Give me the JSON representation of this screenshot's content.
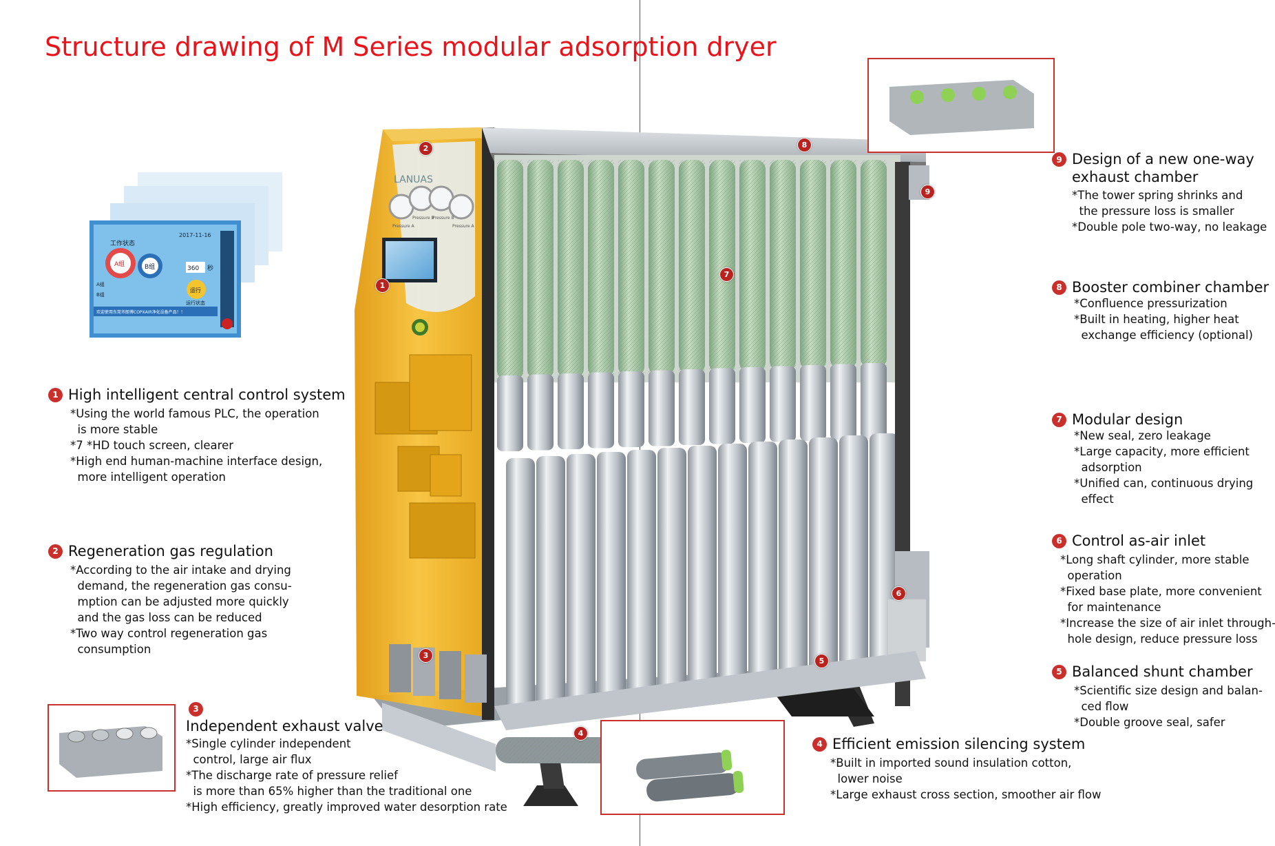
{
  "title": "Structure drawing of M Series modular adsorption dryer",
  "brand_logo_text": "LANUAS",
  "screen": {
    "status_title": "工作状态",
    "group_a": "A组",
    "group_b": "B组",
    "date": "2017-11-16",
    "countdown_value": "360",
    "countdown_unit": "秒",
    "run_button": "运行",
    "run_status": "运行状态",
    "row_a": "A组",
    "row_b": "B组",
    "welcome": "欢迎使用东莞市朗博COPXAIR净化设备产品！！"
  },
  "gauges": [
    "Pressure A",
    "Pressure B",
    "Pressure B",
    "Pressure A"
  ],
  "callouts": {
    "c1": {
      "num": "1",
      "heading": "High intelligent central control system",
      "lines": [
        "*Using the world famous PLC, the operation",
        "  is more stable",
        "*7 *HD touch screen, clearer",
        "*High end human-machine interface design,",
        "  more intelligent operation"
      ]
    },
    "c2": {
      "num": "2",
      "heading": "Regeneration gas regulation",
      "lines": [
        "*According to the air intake and drying",
        "  demand, the regeneration gas consu-",
        "  mption can be adjusted more quickly",
        "  and the gas loss can be reduced",
        "*Two way control regeneration gas",
        "  consumption"
      ]
    },
    "c3": {
      "num": "3",
      "heading": "Independent exhaust valve",
      "lines": [
        "*Single cylinder independent",
        "  control, large air flux",
        "*The discharge rate of pressure relief",
        "  is more than 65% higher than the traditional one",
        "*High efficiency, greatly improved water desorption rate"
      ]
    },
    "c4": {
      "num": "4",
      "heading": "Efficient emission silencing system",
      "lines": [
        "*Built in imported sound insulation cotton,",
        "  lower noise",
        "*Large exhaust cross section, smoother air flow"
      ]
    },
    "c5": {
      "num": "5",
      "heading": "Balanced shunt chamber",
      "lines": [
        "*Scientific size design and balan-",
        "  ced flow",
        "*Double groove seal, safer"
      ]
    },
    "c6": {
      "num": "6",
      "heading": "Control as-air inlet",
      "lines": [
        "*Long shaft cylinder, more stable",
        "  operation",
        "*Fixed base plate, more convenient",
        "  for maintenance",
        "*Increase the size of air inlet through-",
        "  hole design, reduce pressure loss"
      ]
    },
    "c7": {
      "num": "7",
      "heading": "Modular design",
      "lines": [
        "*New seal, zero leakage",
        "*Large capacity, more efficient",
        "  adsorption",
        "*Unified can, continuous drying",
        "  effect"
      ]
    },
    "c8": {
      "num": "8",
      "heading": "Booster combiner chamber",
      "lines": [
        "*Confluence pressurization",
        "*Built in heating, higher heat",
        "  exchange efficiency (optional)"
      ]
    },
    "c9": {
      "num": "9",
      "heading": "Design of a new one-way exhaust chamber",
      "lines": [
        "*The tower spring shrinks and",
        "  the pressure loss is smaller",
        "*Double pole two-way, no leakage"
      ]
    }
  },
  "markers": [
    "1",
    "2",
    "3",
    "4",
    "5",
    "6",
    "7",
    "8",
    "9"
  ],
  "colors": {
    "accent_red": "#e8141b",
    "badge_red": "#c9302c",
    "cabinet_yellow": "#f2b01e",
    "module_green": "#9dbf9a"
  }
}
